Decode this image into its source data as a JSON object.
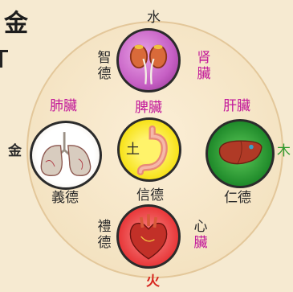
{
  "corner": {
    "logo_char": "金"
  },
  "elements": {
    "water": "水",
    "metal": "金",
    "wood": "木",
    "fire": "火",
    "earth": "土"
  },
  "kidney": {
    "virtue_chars": [
      "智",
      "德"
    ],
    "organ_label": [
      "肾",
      "臟"
    ]
  },
  "lung": {
    "organ_label": "肺臟",
    "virtue": "義德"
  },
  "spleen": {
    "organ_label": "脾臟",
    "virtue": "信德"
  },
  "liver": {
    "organ_label": "肝臟",
    "virtue": "仁德"
  },
  "heart": {
    "virtue_chars": [
      "禮",
      "德"
    ],
    "organ_label": [
      "心",
      "臟"
    ]
  },
  "colors": {
    "water_circle": "#c65fc4",
    "metal_circle": "#ffffff",
    "wood_circle": "#1f8a2a",
    "fire_circle": "#e8383a",
    "earth_circle": "#f7e21a",
    "highlight_text": "#c2189a",
    "wood_text": "#2e9a2e",
    "fire_text": "#d7261f"
  }
}
